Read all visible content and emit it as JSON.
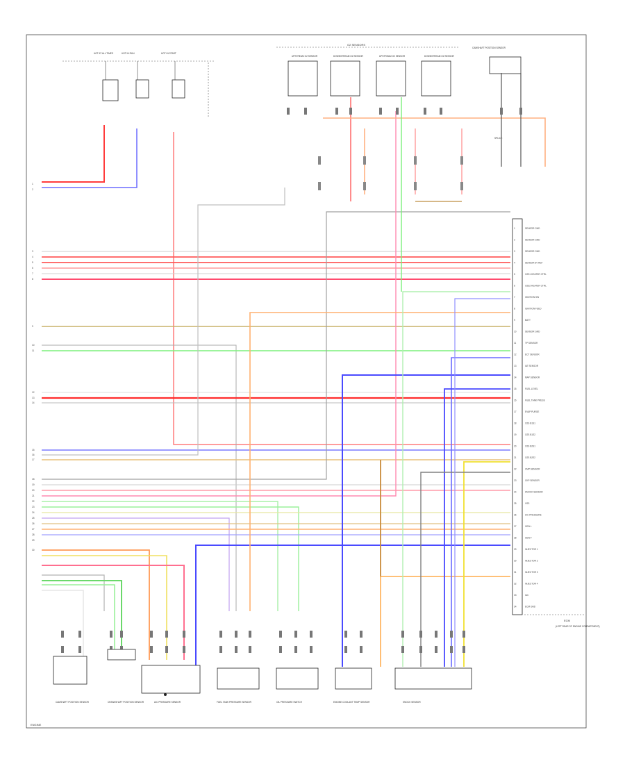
{
  "diagram": {
    "page_label": "ENGINE",
    "fuse_labels": [
      "HOT AT ALL TIMES",
      "HOT IN RUN",
      "HOT IN START"
    ],
    "sensors_top_label": "O2 SENSORS",
    "o2_sensors": [
      "UPSTREAM O2 SENSOR",
      "DOWNSTREAM O2 SENSOR",
      "UPSTREAM O2 SENSOR",
      "DOWNSTREAM O2 SENSOR"
    ],
    "coil_label": "CAMSHAFT POSITION SENSOR",
    "splice_label": "SPLICE",
    "ecm_title": "ECM",
    "ecm_sub": "(LEFT REAR OF ENGINE COMPARTMENT)",
    "ecm_pins": [
      "SENSOR GND",
      "SENSOR GND",
      "SENSOR GND",
      "SENSOR 5V REF",
      "O2S1 HEATER CTRL",
      "O2S2 HEATER CTRL",
      "IGNITION SW",
      "IGNITION FEED",
      "BATT",
      "SENSOR GND",
      "TP SENSOR",
      "ECT SENSOR",
      "IAT SENSOR",
      "MAP SENSOR",
      "FUEL LEVEL",
      "FUEL TANK PRESS",
      "EVAP PURGE",
      "O2S B1S1",
      "O2S B1S2",
      "O2S B2S1",
      "O2S B2S2",
      "CMP SENSOR",
      "CKP SENSOR",
      "KNOCK SENSOR",
      "VSS",
      "A/C PRESSURE",
      "GEN L",
      "GEN F",
      "INJECTOR 1",
      "INJECTOR 2",
      "INJECTOR 3",
      "INJECTOR 4",
      "IAC",
      "ECM GND"
    ],
    "bottom_components": [
      "CAMSHAFT POSITION SENSOR",
      "CRANKSHAFT POSITION SENSOR",
      "A/C PRESSURE SENSOR",
      "FUEL TANK PRESSURE SENSOR",
      "OIL PRESSURE SWITCH",
      "ENGINE COOLANT TEMP SENSOR",
      "KNOCK SENSOR"
    ],
    "left_pins": [
      "1",
      "2",
      "3",
      "4",
      "5",
      "6",
      "7",
      "8",
      "9",
      "10",
      "11",
      "12",
      "13",
      "14",
      "15",
      "16",
      "17",
      "18",
      "19",
      "20",
      "21",
      "22",
      "23",
      "24",
      "25",
      "26",
      "27",
      "28",
      "29",
      "30"
    ],
    "wire_codes": [
      "RED",
      "BLU/WHT",
      "RED/WHT",
      "GRN",
      "YEL",
      "ORN",
      "BRN",
      "BLK",
      "PNK",
      "WHT",
      "GRY",
      "VIO",
      "TAN",
      "LT GRN"
    ]
  }
}
